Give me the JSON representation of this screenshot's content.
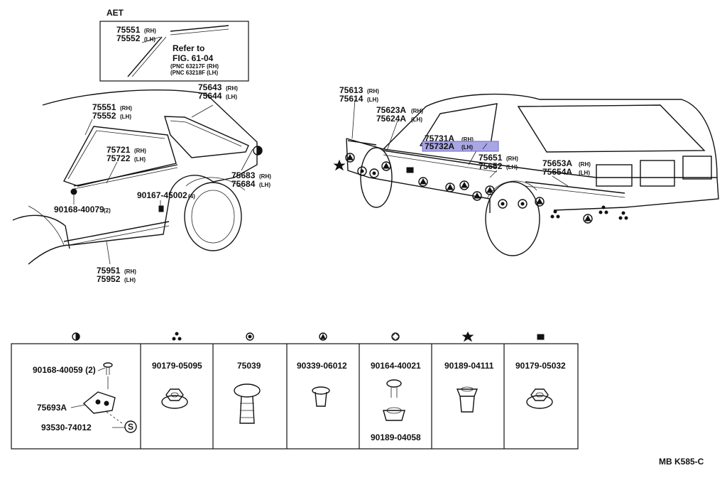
{
  "inset": {
    "title": "AET",
    "parts": [
      {
        "number": "75551",
        "side": "(RH)"
      },
      {
        "number": "75552",
        "side": "(LH)"
      }
    ],
    "refer_line1": "Refer to",
    "refer_line2": "FIG. 61-04",
    "pnc_line1": "(PNC 63217F (RH)",
    "pnc_line2": "(PNC 63218F (LH)"
  },
  "left_view": {
    "labels": [
      {
        "number": "75643",
        "side": "(RH)"
      },
      {
        "number": "75644",
        "side": "(LH)"
      },
      {
        "number": "75551",
        "side": "(RH)"
      },
      {
        "number": "75552",
        "side": "(LH)"
      },
      {
        "number": "75721",
        "side": "(RH)"
      },
      {
        "number": "75722",
        "side": "(LH)"
      },
      {
        "number": "75683",
        "side": "(RH)"
      },
      {
        "number": "75684",
        "side": "(LH)"
      },
      {
        "number": "90167-45002",
        "side": "(4)"
      },
      {
        "number": "90168-40079",
        "side": "(2)"
      },
      {
        "number": "75951",
        "side": "(RH)"
      },
      {
        "number": "75952",
        "side": "(LH)"
      }
    ]
  },
  "right_view": {
    "labels": [
      {
        "number": "75613",
        "side": "(RH)"
      },
      {
        "number": "75614",
        "side": "(LH)"
      },
      {
        "number": "75623A",
        "side": "(RH)"
      },
      {
        "number": "75624A",
        "side": "(LH)"
      },
      {
        "number": "75731A",
        "side": "(RH)"
      },
      {
        "number": "75732A",
        "side": "(LH)"
      },
      {
        "number": "75651",
        "side": "(RH)"
      },
      {
        "number": "75652",
        "side": "(LH)"
      },
      {
        "number": "75653A",
        "side": "(RH)"
      },
      {
        "number": "75654A",
        "side": "(LH)"
      }
    ],
    "highlight": {
      "number": "75732A",
      "side": "(LH)",
      "color": "#a9a6e6"
    }
  },
  "fastener_table": {
    "columns": [
      {
        "symbol": "half-circle-icon",
        "parts": [
          "90168-40059 (2)",
          "75693A",
          "93530-74012"
        ],
        "circled": "S"
      },
      {
        "symbol": "three-dots-icon",
        "parts": [
          "90179-05095"
        ]
      },
      {
        "symbol": "ring-icon",
        "parts": [
          "75039"
        ]
      },
      {
        "symbol": "triangle-circle-icon",
        "parts": [
          "90339-06012"
        ]
      },
      {
        "symbol": "diamond-circle-icon",
        "parts": [
          "90164-40021",
          "90189-04058"
        ]
      },
      {
        "symbol": "star-icon",
        "parts": [
          "90189-04111"
        ]
      },
      {
        "symbol": "grid-icon",
        "parts": [
          "90179-05032"
        ]
      }
    ]
  },
  "footer_code": "MB  K585-C"
}
